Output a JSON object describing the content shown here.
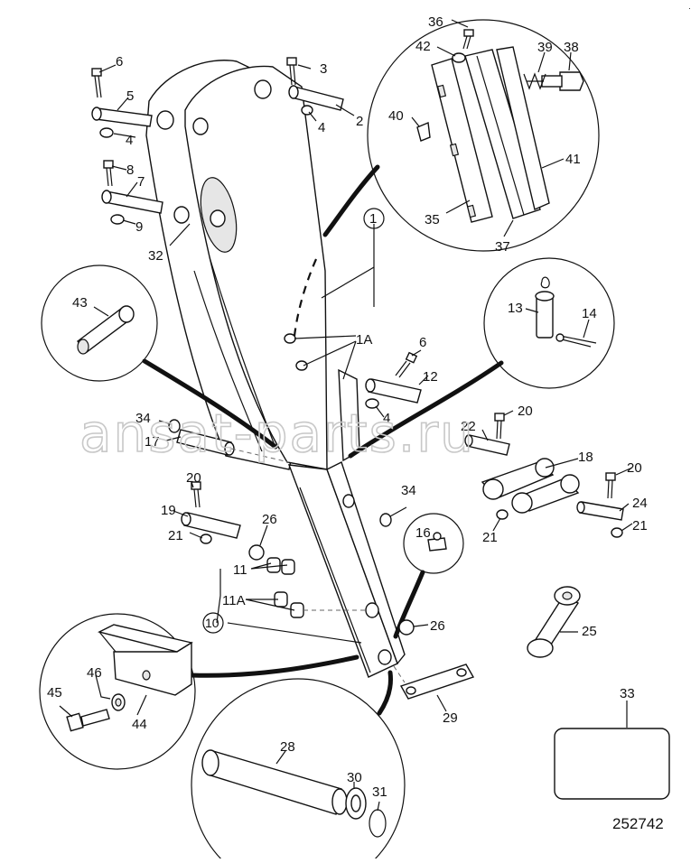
{
  "top_corner_mark": "·",
  "drawing_number": "252742",
  "watermark": "ansat-parts.ru",
  "callouts": {
    "c1": "1",
    "c1A": "1A",
    "c2": "2",
    "c3": "3",
    "c4a": "4",
    "c4b": "4",
    "c4c": "4",
    "c5": "5",
    "c6a": "6",
    "c6b": "6",
    "c7": "7",
    "c8": "8",
    "c9": "9",
    "c10": "10",
    "c11": "11",
    "c11A": "11A",
    "c12": "12",
    "c13": "13",
    "c14": "14",
    "c16": "16",
    "c17": "17",
    "c18": "18",
    "c19": "19",
    "c20a": "20",
    "c20b": "20",
    "c20c": "20",
    "c21a": "21",
    "c21b": "21",
    "c21c": "21",
    "c22": "22",
    "c24": "24",
    "c25": "25",
    "c26a": "26",
    "c26b": "26",
    "c28": "28",
    "c29": "29",
    "c30": "30",
    "c31": "31",
    "c32": "32",
    "c33": "33",
    "c34a": "34",
    "c34b": "34",
    "c35": "35",
    "c36": "36",
    "c37": "37",
    "c38": "38",
    "c39": "39",
    "c40": "40",
    "c41": "41",
    "c42": "42",
    "c43": "43",
    "c44": "44",
    "c45": "45",
    "c46": "46"
  }
}
